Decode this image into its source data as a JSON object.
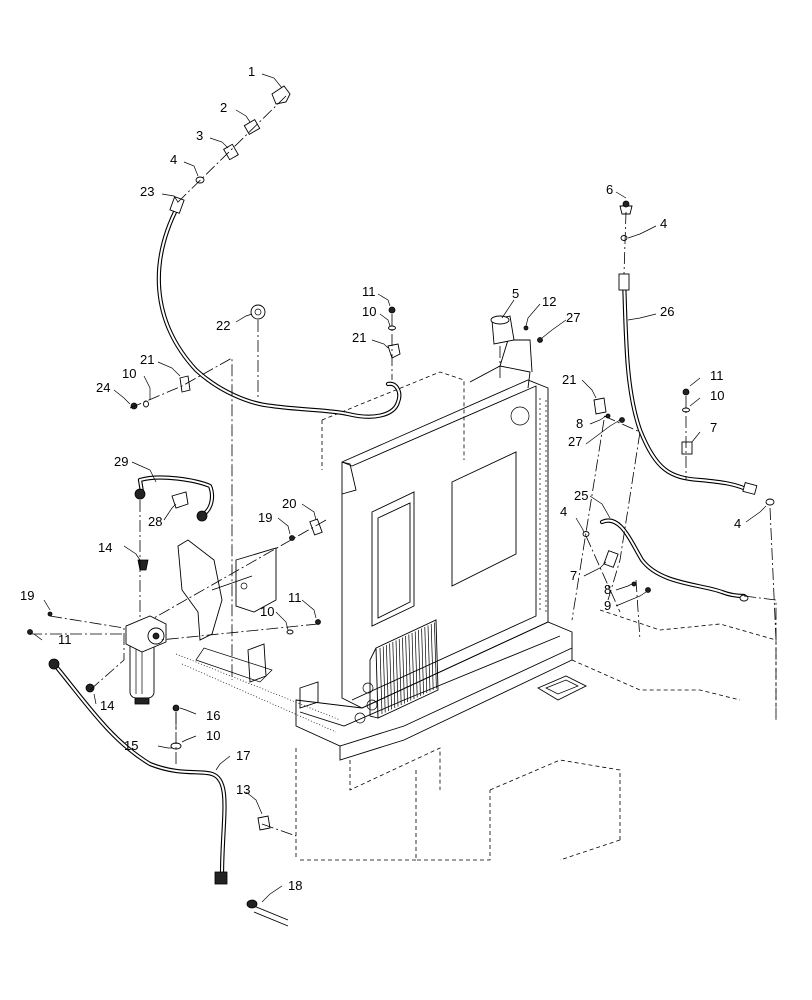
{
  "callouts": [
    {
      "id": "c1",
      "text": "1"
    },
    {
      "id": "c2",
      "text": "2"
    },
    {
      "id": "c3",
      "text": "3"
    },
    {
      "id": "c4a",
      "text": "4"
    },
    {
      "id": "c23",
      "text": "23"
    },
    {
      "id": "c6",
      "text": "6"
    },
    {
      "id": "c4b",
      "text": "4"
    },
    {
      "id": "c26",
      "text": "26"
    },
    {
      "id": "c5",
      "text": "5"
    },
    {
      "id": "c12",
      "text": "12"
    },
    {
      "id": "c27a",
      "text": "27"
    },
    {
      "id": "c11a",
      "text": "11"
    },
    {
      "id": "c10a",
      "text": "10"
    },
    {
      "id": "c21a",
      "text": "21"
    },
    {
      "id": "c22",
      "text": "22"
    },
    {
      "id": "c21b",
      "text": "21"
    },
    {
      "id": "c10b",
      "text": "10"
    },
    {
      "id": "c24",
      "text": "24"
    },
    {
      "id": "c21c",
      "text": "21"
    },
    {
      "id": "c8a",
      "text": "8"
    },
    {
      "id": "c27b",
      "text": "27"
    },
    {
      "id": "c11b",
      "text": "11"
    },
    {
      "id": "c10c",
      "text": "10"
    },
    {
      "id": "c7a",
      "text": "7"
    },
    {
      "id": "c29",
      "text": "29"
    },
    {
      "id": "c28",
      "text": "28"
    },
    {
      "id": "c25",
      "text": "25"
    },
    {
      "id": "c4c",
      "text": "4"
    },
    {
      "id": "c4d",
      "text": "4"
    },
    {
      "id": "c20",
      "text": "20"
    },
    {
      "id": "c19a",
      "text": "19"
    },
    {
      "id": "c14a",
      "text": "14"
    },
    {
      "id": "c7b",
      "text": "7"
    },
    {
      "id": "c8b",
      "text": "8"
    },
    {
      "id": "c9",
      "text": "9"
    },
    {
      "id": "c19b",
      "text": "19"
    },
    {
      "id": "c11c",
      "text": "11"
    },
    {
      "id": "c11d",
      "text": "11"
    },
    {
      "id": "c10d",
      "text": "10"
    },
    {
      "id": "c14b",
      "text": "14"
    },
    {
      "id": "c16",
      "text": "16"
    },
    {
      "id": "c15",
      "text": "15"
    },
    {
      "id": "c10e",
      "text": "10"
    },
    {
      "id": "c17",
      "text": "17"
    },
    {
      "id": "c13",
      "text": "13"
    },
    {
      "id": "c18",
      "text": "18"
    }
  ],
  "colors": {
    "line": "#000000",
    "background": "#ffffff"
  }
}
